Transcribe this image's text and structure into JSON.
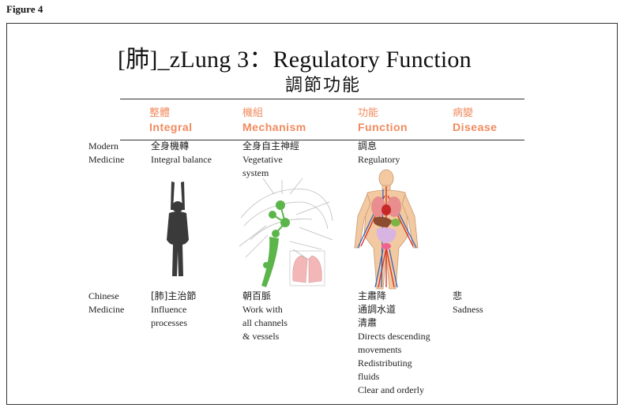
{
  "figure_label": "Figure 4",
  "title": "[肺]_zLung 3：Regulatory Function",
  "subtitle": "調節功能",
  "columns": [
    {
      "zh": "整體",
      "en": "Integral"
    },
    {
      "zh": "機組",
      "en": "Mechanism"
    },
    {
      "zh": "功能",
      "en": "Function"
    },
    {
      "zh": "病變",
      "en": "Disease"
    }
  ],
  "rows": {
    "modern": {
      "label_lines": [
        "Modern",
        "Medicine"
      ],
      "integral": [
        "全身機轉",
        "Integral balance"
      ],
      "mechanism": [
        "全身自主神經",
        "Vegetative",
        "system"
      ],
      "function": [
        "調息",
        "Regulatory"
      ]
    },
    "chinese": {
      "label_lines": [
        "Chinese",
        "Medicine"
      ],
      "integral": [
        "[肺]主治節",
        "Influence",
        "processes"
      ],
      "mechanism": [
        "朝百脈",
        "Work with",
        "all channels",
        "& vessels"
      ],
      "function": [
        "主肅降",
        "通調水道",
        "清肅",
        "Directs descending",
        "movements",
        "Redistributing",
        "fluids",
        "Clear and orderly"
      ],
      "disease": [
        "悲",
        "Sadness"
      ]
    }
  },
  "colors": {
    "accent": "#f08a5d",
    "silhouette": "#3a3a3a",
    "nerve_green": "#5bb54a",
    "artery_red": "#d83a2b",
    "vein_blue": "#2f5fb8",
    "skin": "#f2c9a0"
  },
  "illustrations": {
    "integral": "human-silhouette-arms-raised",
    "mechanism": "autonomic-nervous-system-diagram",
    "function": "human-anatomy-organs-vessels"
  }
}
